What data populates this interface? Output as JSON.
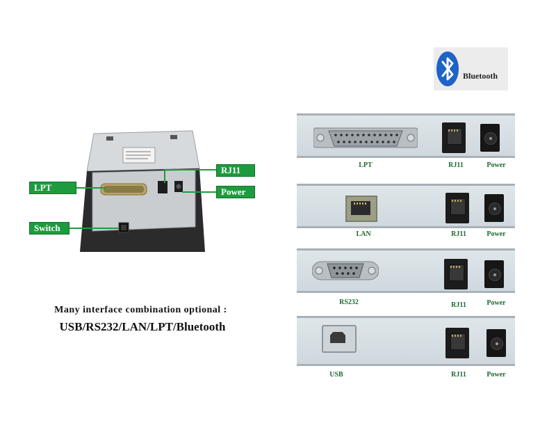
{
  "bluetooth_logo": {
    "text": "Bluetooth",
    "color": "#1e63c6"
  },
  "printer_labels": {
    "rj11": "RJ11",
    "lpt": "LPT",
    "power": "Power",
    "switch": "Switch"
  },
  "caption": {
    "line1": "Many interface combination optional :",
    "line2": "USB/RS232/LAN/LPT/Bluetooth"
  },
  "panels": [
    {
      "labels": [
        "LPT",
        "RJ11",
        "Power"
      ]
    },
    {
      "labels": [
        "LAN",
        "RJ11",
        "Power"
      ]
    },
    {
      "labels": [
        "RS232",
        "RJ11",
        "Power"
      ]
    },
    {
      "labels": [
        "USB",
        "RJ11",
        "Power"
      ]
    }
  ],
  "colors": {
    "label_green": "#1e9b3e",
    "port_label_text": "#1b6a2f"
  }
}
